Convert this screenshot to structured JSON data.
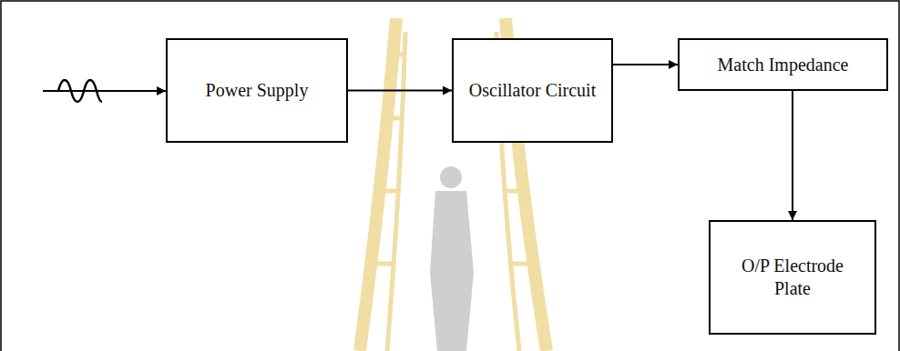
{
  "diagram": {
    "nodes": [
      {
        "text": [
          "Power Supply"
        ]
      },
      {
        "text": [
          "Oscillator Circuit"
        ]
      },
      {
        "text": [
          "Match Impedance"
        ]
      },
      {
        "text": [
          "O/P Electrode Plate"
        ]
      }
    ],
    "edges": [
      {
        "from": 0,
        "to": 1,
        "arrow": "to"
      },
      {
        "from": 1,
        "to": 2,
        "arrow": "to"
      },
      {
        "from": 2,
        "to": 3,
        "arrow": "to"
      }
    ]
  }
}
